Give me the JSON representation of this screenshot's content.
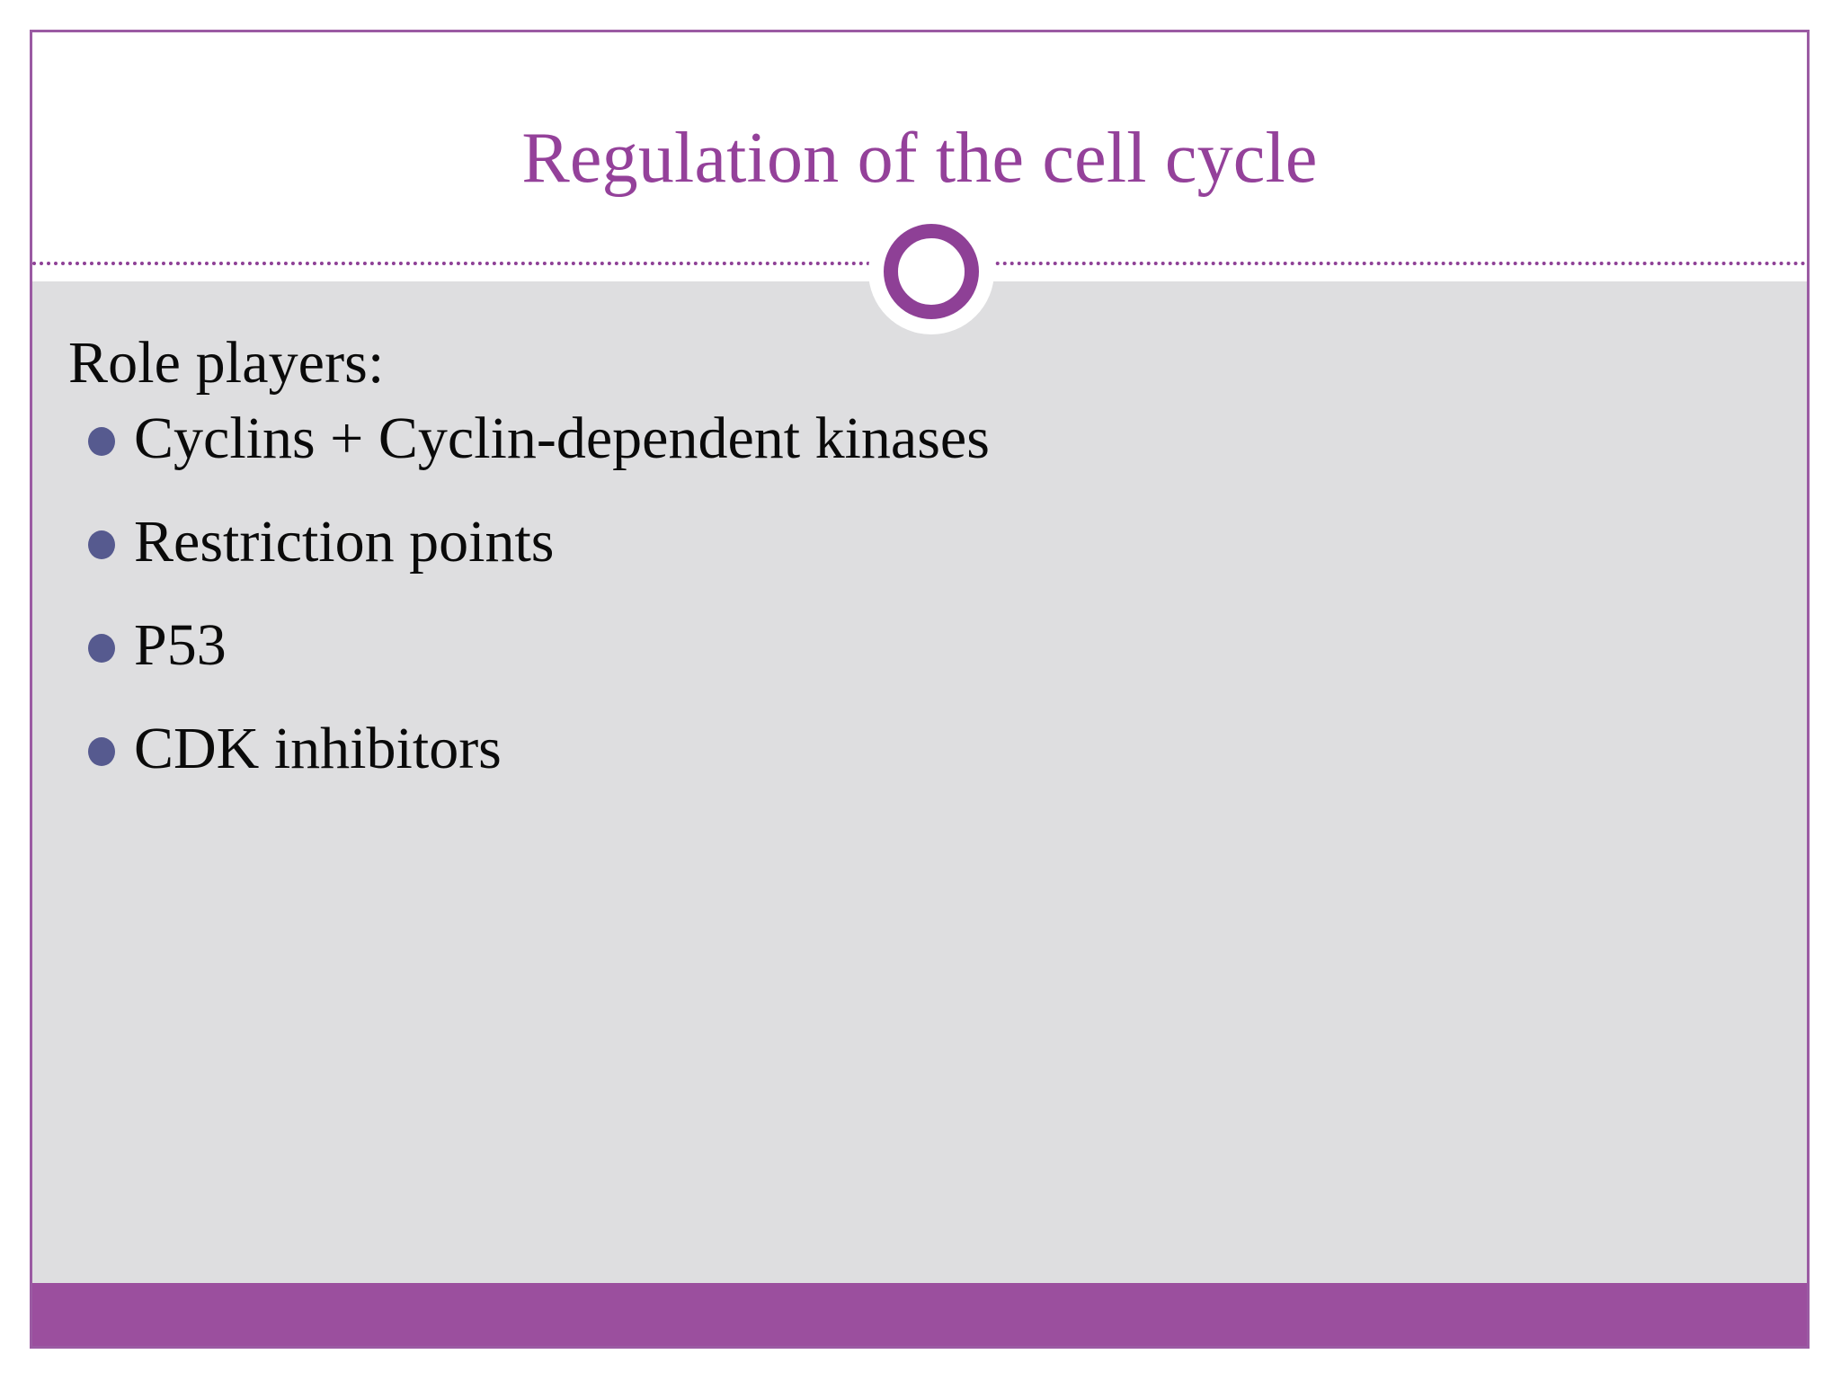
{
  "slide": {
    "title": "Regulation of the cell cycle",
    "lead_line": "Role players:",
    "bullets": [
      {
        "text": "Cyclins + Cyclin-dependent kinases"
      },
      {
        "text": "Restriction points"
      },
      {
        "text": "P53"
      },
      {
        "text": "CDK inhibitors"
      }
    ],
    "colors": {
      "title_purple": "#94419a",
      "accent_purple": "#8e4096",
      "bottom_bar_purple": "#9b4f9e",
      "border_purple": "#9b5ba3",
      "content_gray": "#dedee0",
      "bullet_slate": "#565a8f",
      "body_text": "#0a0a0a",
      "header_white": "#ffffff"
    },
    "decoration": {
      "ring_icon": "circle-ring-icon",
      "divider_icon": "dotted-divider-icon"
    }
  }
}
